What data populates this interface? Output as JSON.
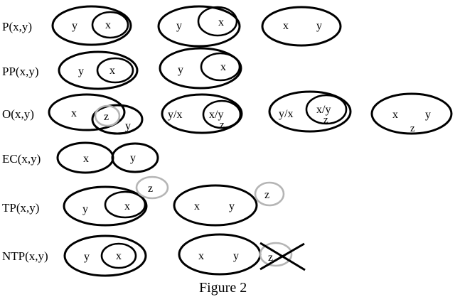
{
  "rows": {
    "p": {
      "label": "P(x,y)"
    },
    "pp": {
      "label": "PP(x,y)"
    },
    "o": {
      "label": "O(x,y)"
    },
    "ec": {
      "label": "EC(x,y)"
    },
    "tp": {
      "label": "TP(x,y)"
    },
    "ntp": {
      "label": "NTP(x,y)"
    }
  },
  "vars": {
    "x": "x",
    "y": "y",
    "z": "z",
    "xy": "x/y",
    "yx": "y/x"
  },
  "caption": "Figure 2"
}
